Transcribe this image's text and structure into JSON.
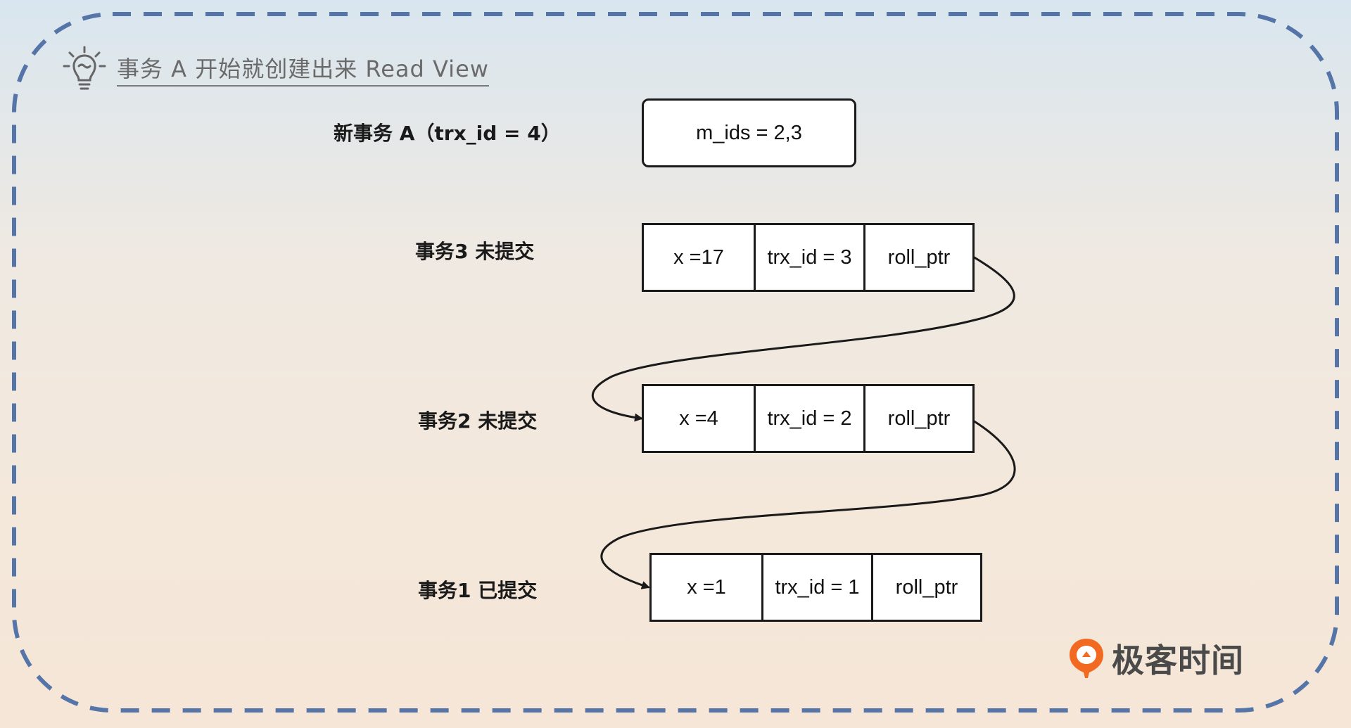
{
  "title": "事务 A 开始就创建出来 Read View",
  "read_view": {
    "label": "新事务 A（trx_id = 4）",
    "value": "m_ids = 2,3"
  },
  "rows": [
    {
      "label": "事务3 未提交",
      "x": "x =17",
      "trx": "trx_id = 3",
      "ptr": "roll_ptr"
    },
    {
      "label": "事务2 未提交",
      "x": "x =4",
      "trx": "trx_id = 2",
      "ptr": "roll_ptr"
    },
    {
      "label": "事务1 已提交",
      "x": "x =1",
      "trx": "trx_id = 1",
      "ptr": "roll_ptr"
    }
  ],
  "brand": "极客时间",
  "colors": {
    "dashed_border": "#5575a8",
    "brand_orange": "#f26a21",
    "text_dark": "#1a1a1a"
  },
  "icons": [
    "lightbulb-icon",
    "geek-time-logo-icon"
  ]
}
